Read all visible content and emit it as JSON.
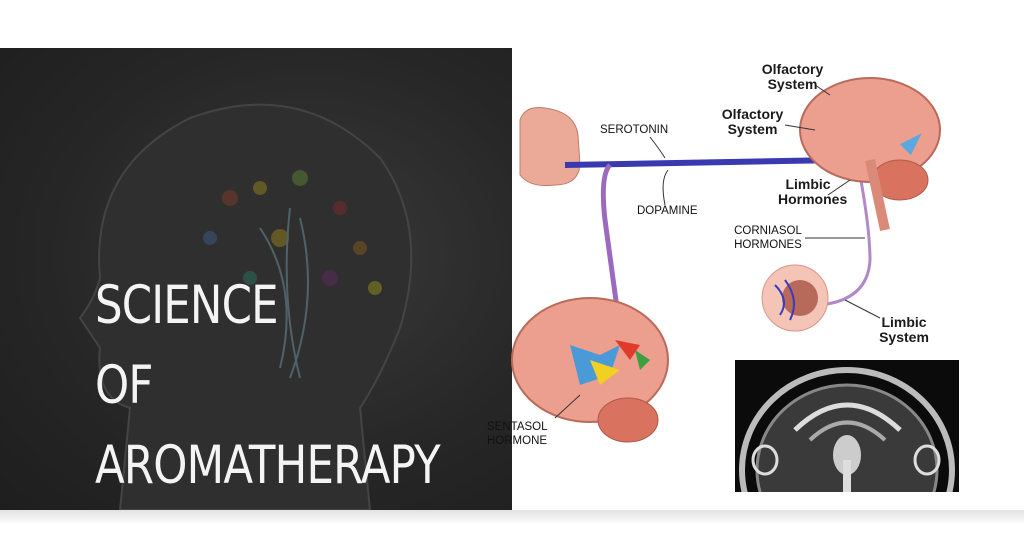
{
  "title": {
    "lines": [
      "SCIENCE",
      "OF",
      "AROMATHERAPY"
    ]
  },
  "diagram": {
    "labels": {
      "serotonin": "SEROTONIN",
      "dopamine": "DOPAMINE",
      "olfactory_top": "Olfactory System",
      "olfactory_mid": "Olfactory System",
      "limbic_hormones": "Limbic Hormones",
      "corniasol": "CORNIASOL HORMONES",
      "limbic_system": "Limbic System",
      "sentasol": "SENTASOL HORMONE"
    },
    "colors": {
      "brain": "#e9a08f",
      "pathway": "#6a4fb0",
      "background_panel": "#252525"
    }
  }
}
